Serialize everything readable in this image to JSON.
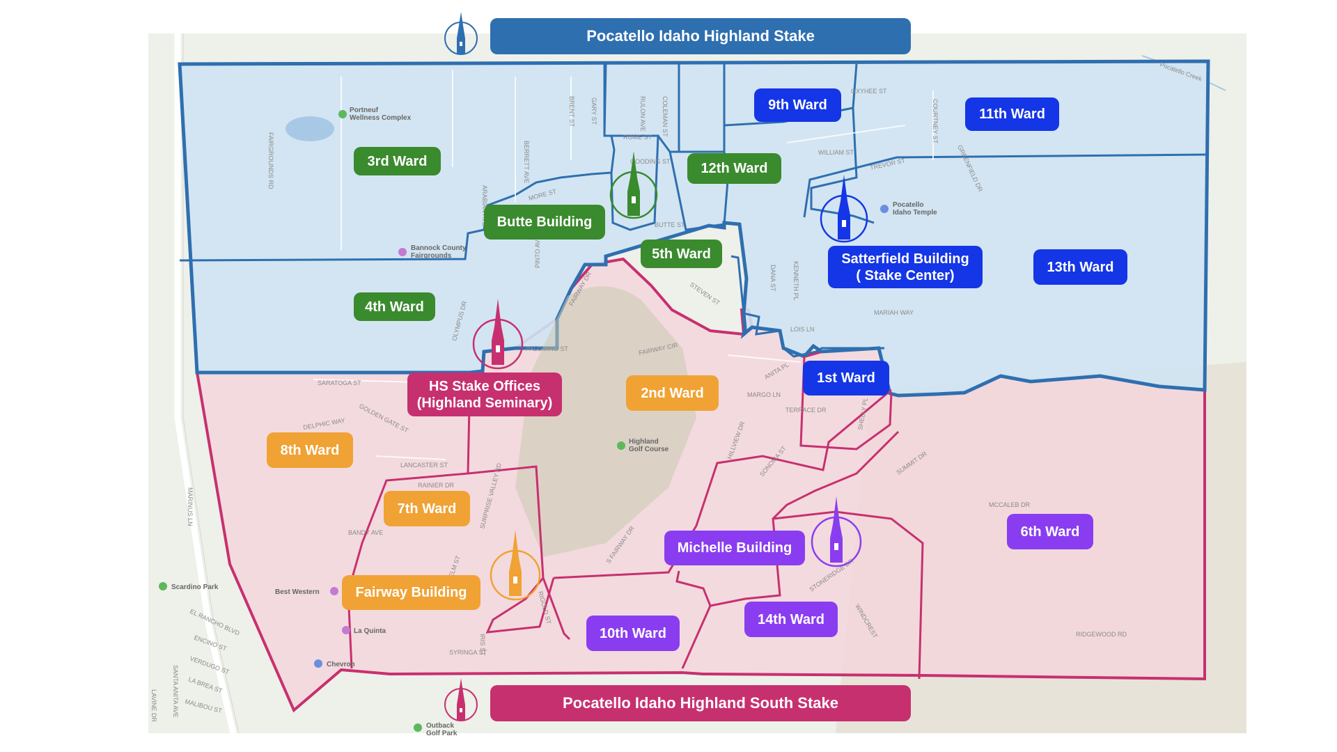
{
  "banners": {
    "north": "Pocatello Idaho Highland Stake",
    "south": "Pocatello Idaho Highland South Stake"
  },
  "colors": {
    "stake_blue": "#2E6FB0",
    "stake_pink": "#C7306F",
    "ward_green": "#3A8A2E",
    "ward_blue": "#1436E6",
    "ward_orange": "#F0A234",
    "ward_purple": "#8A3DF0",
    "north_fill": "#cfe3f3",
    "south_fill": "#f3d6dc"
  },
  "wards": {
    "w3": "3rd Ward",
    "w4": "4th Ward",
    "w5": "5th Ward",
    "w12": "12th Ward",
    "w9": "9th Ward",
    "w11": "11th Ward",
    "w13": "13th Ward",
    "w1": "1st Ward",
    "w2": "2nd Ward",
    "w8": "8th Ward",
    "w7": "7th Ward",
    "w6": "6th Ward",
    "w10": "10th Ward",
    "w14": "14th Ward"
  },
  "buildings": {
    "butte": "Butte Building",
    "satterfield": "Satterfield Building\n( Stake Center)",
    "hs_offices": "HS Stake Offices\n(Highland Seminary)",
    "fairway": "Fairway Building",
    "michelle": "Michelle Building"
  },
  "pois": {
    "wellness": "Portneuf\nWellness Complex",
    "fairgrounds": "Bannock County\nFairgrounds",
    "temple": "Pocatello\nIdaho Temple",
    "golf": "Highland\nGolf Course",
    "scardino": "Scardino Park",
    "best_western": "Best Western",
    "la_quinta": "La Quinta",
    "chevron": "Chevron",
    "outback": "Outback\nGolf Park"
  },
  "streets": {
    "s1": "FAIRGROUNDS RD",
    "s2": "BRENT ST",
    "s3": "GARY ST",
    "s4": "RULON AVE",
    "s5": "COLEMAN ST",
    "s6": "ROME ST",
    "s7": "GOODING ST",
    "s8": "BERRETT AVE",
    "s9": "ARABIAN AVE",
    "s10": "MORE ST",
    "s11": "BUTTE ST",
    "s12": "PINTO AVE",
    "s13": "OLYMPUS DR",
    "s14": "PALOMINO ST",
    "s15": "FAIRWAY DR",
    "s16": "STEVEN ST",
    "s17": "WILLIAM ST",
    "s18": "TREVOR ST",
    "s19": "COURTNEY ST",
    "s20": "GREENFIELD DR",
    "s21": "OXYHEE ST",
    "s22": "DANA ST",
    "s23": "KENNETH PL",
    "s24": "LOIS LN",
    "s25": "MARIAH WAY",
    "s26": "FAIRWAY CIR",
    "s27": "SARATOGA ST",
    "s28": "GOLDEN GATE ST",
    "s29": "DELPHIC WAY",
    "s30": "LANCASTER ST",
    "s31": "RAINIER DR",
    "s32": "SURPRISE VALLEY RD",
    "s33": "BANDY AVE",
    "s34": "ANITA PL",
    "s35": "MARGO LN",
    "s36": "TERRACE DR",
    "s37": "SHELLY PL",
    "s38": "HILLVIEW DR",
    "s39": "SONOMA ST",
    "s40": "SUMMIT DR",
    "s41": "MCCALEB DR",
    "s42": "S FAIRWAY DR",
    "s43": "STONERIDGE DR",
    "s44": "WINDCREST",
    "s45": "RIDGEWOOD RD",
    "s46": "SYRINGA ST",
    "s47": "IRIS ST",
    "s48": "RIGOLD ST",
    "s49": "ELM ST",
    "s50": "EL RANCHO BLVD",
    "s51": "ENCINO ST",
    "s52": "VERDUGO ST",
    "s53": "LA BREA ST",
    "s54": "MALIBOU ST",
    "s55": "SANTA ANITA AVE",
    "s56": "MARINUS LN",
    "s57": "Pocatello Creek",
    "s58": "LAVINE DR"
  }
}
